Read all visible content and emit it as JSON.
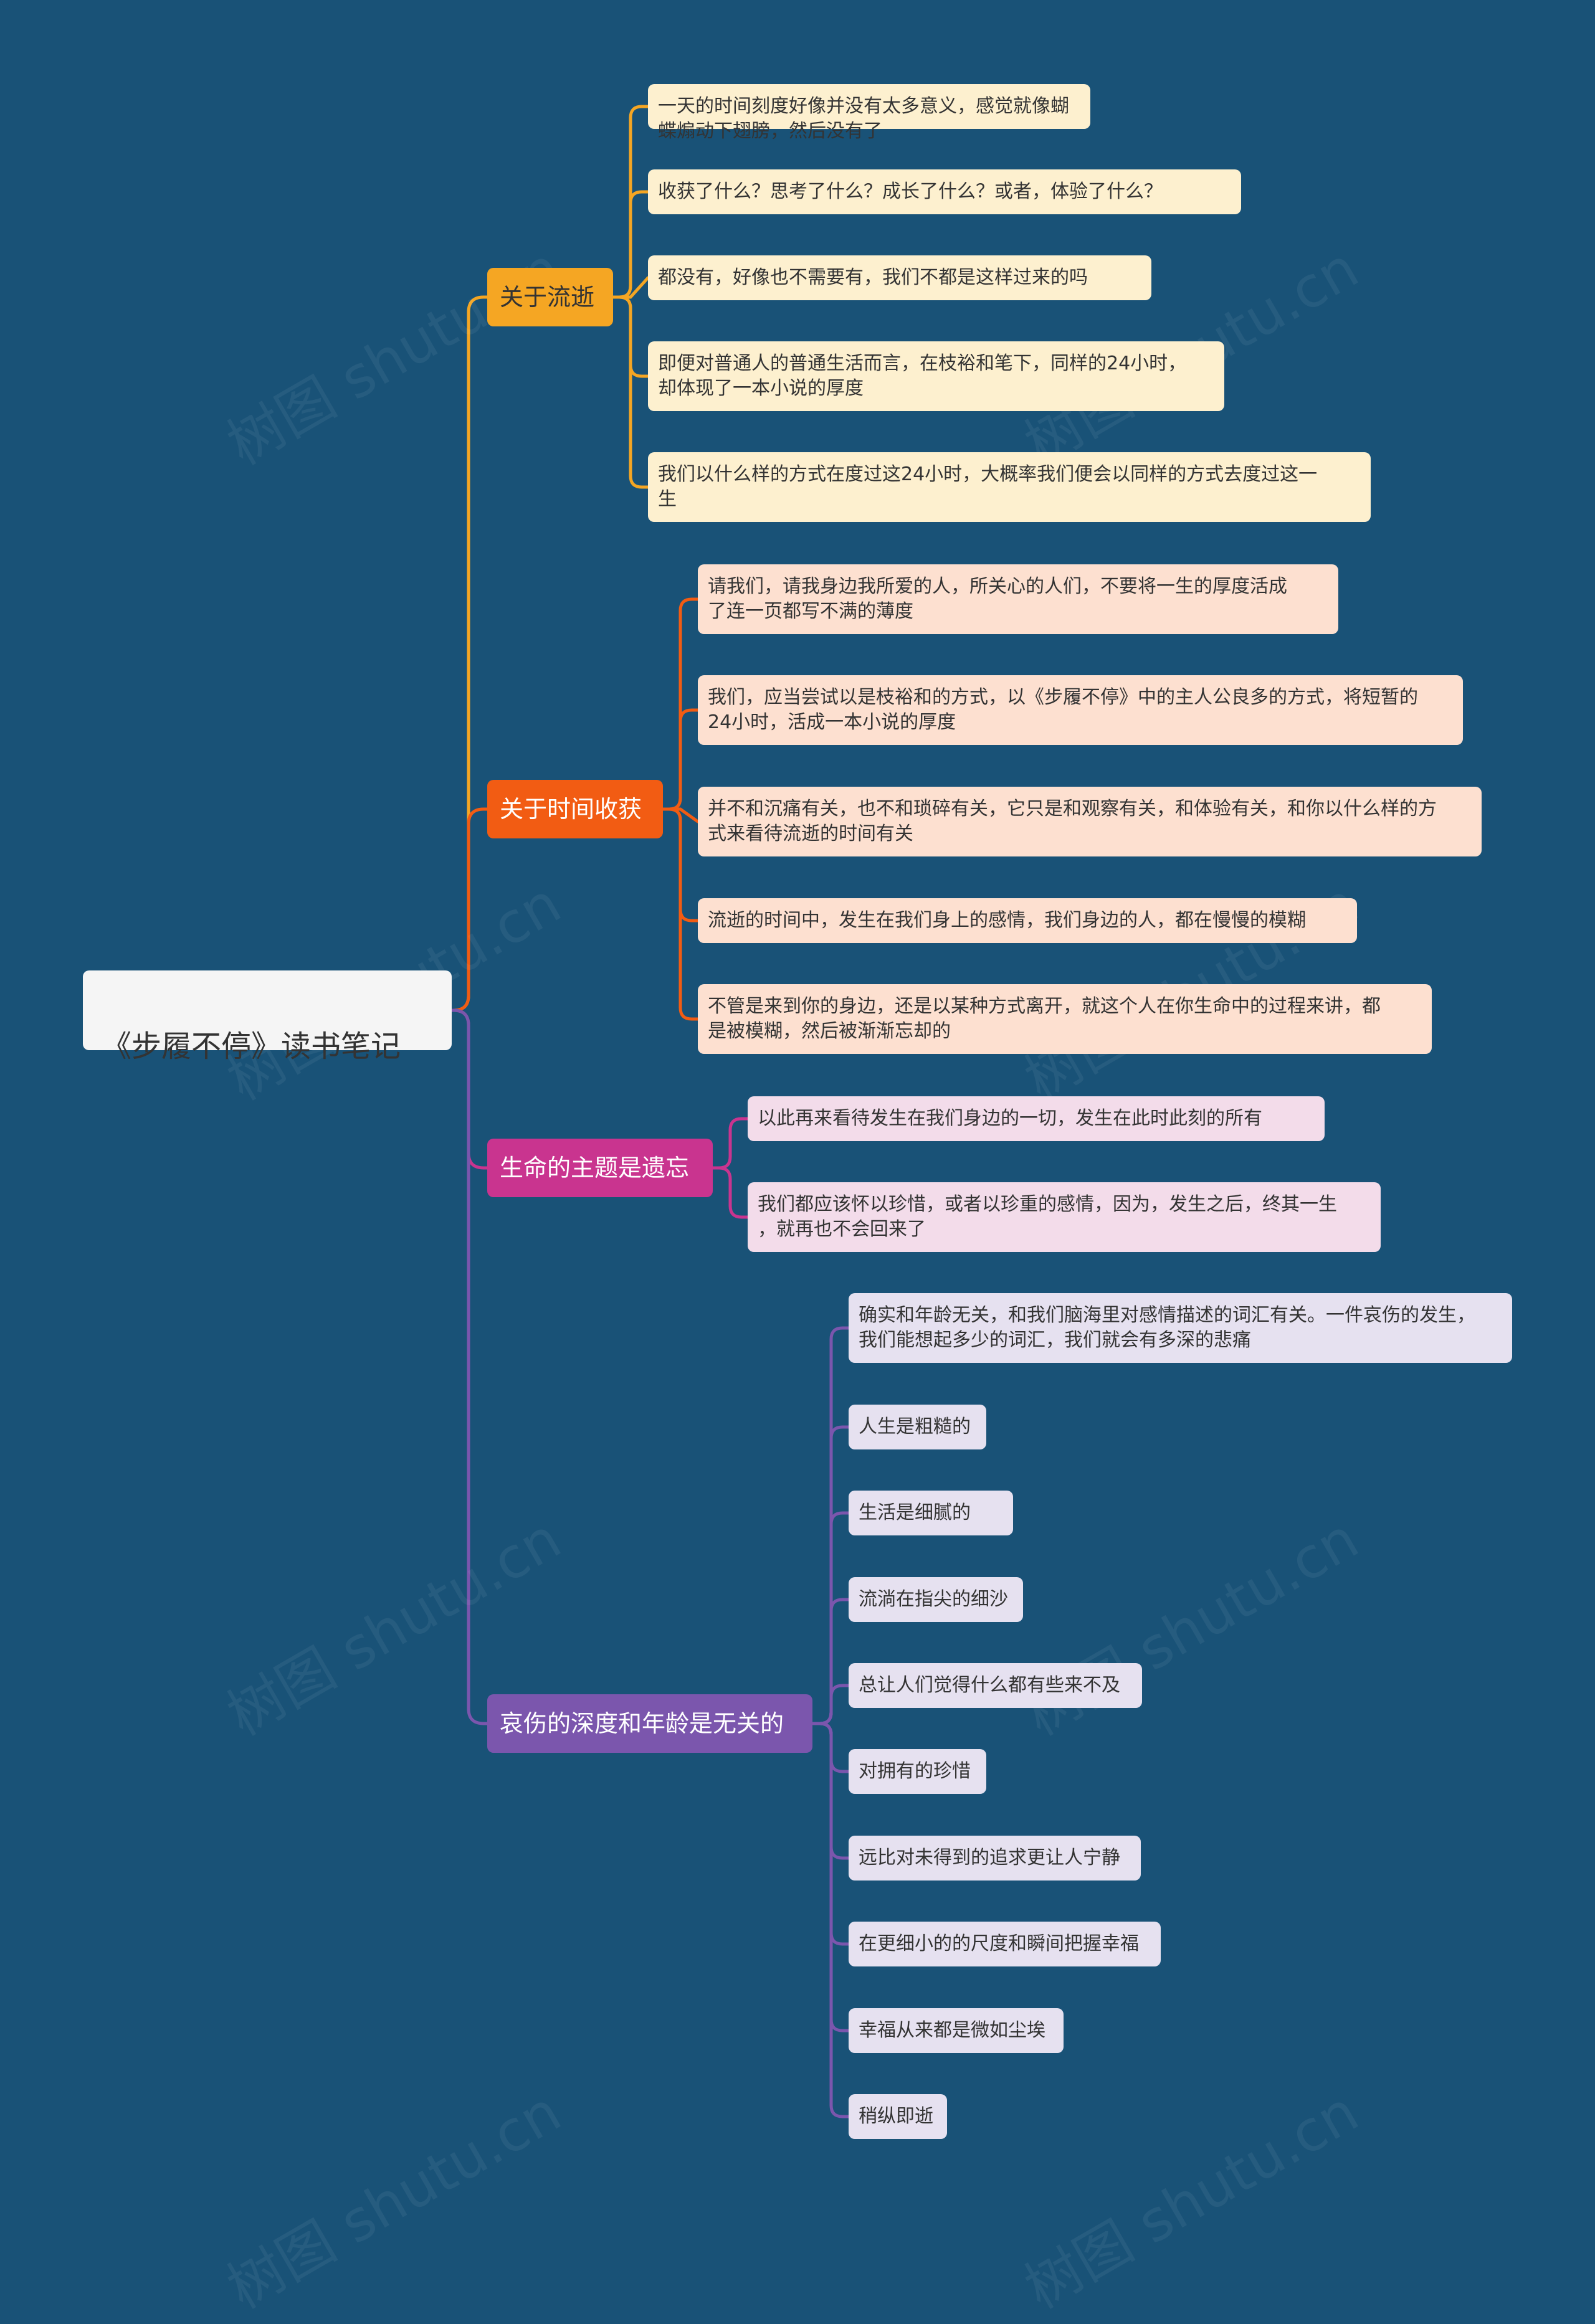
{
  "root": {
    "label": "《步履不停》读书笔记",
    "color": "#f5f5f5"
  },
  "watermark": "树图 shutu.cn",
  "branches": [
    {
      "label": "关于流逝",
      "color": "#f5a623",
      "text_color": "#333333",
      "leaf_color": "#fdf0cf",
      "leaves": [
        "一天的时间刻度好像并没有太多意义，感觉就像蝴蝶煽动下翅膀，然后没有了",
        "收获了什么？思考了什么？成长了什么？或者，体验了什么？",
        "都没有，好像也不需要有，我们不都是这样过来的吗",
        "即便对普通人的普通生活而言，在枝裕和笔下，同样的24小时，\n却体现了一本小说的厚度",
        "我们以什么样的方式在度过这24小时，大概率我们便会以同样的方式去度过这一\n生"
      ]
    },
    {
      "label": "关于时间收获",
      "color": "#f25c13",
      "text_color": "#ffffff",
      "leaf_color": "#fde0d0",
      "leaves": [
        "请我们，请我身边我所爱的人，所关心的人们，不要将一生的厚度活成\n了连一页都写不满的薄度",
        "我们，应当尝试以是枝裕和的方式，以《步履不停》中的主人公良多的方式，将短暂的\n24小时，活成一本小说的厚度",
        "并不和沉痛有关，也不和琐碎有关，它只是和观察有关，和体验有关，和你以什么样的方\n式来看待流逝的时间有关",
        "流逝的时间中，发生在我们身上的感情，我们身边的人，都在慢慢的模糊",
        "不管是来到你的身边，还是以某种方式离开，就这个人在你生命中的过程来讲，都\n是被模糊，然后被渐渐忘却的"
      ]
    },
    {
      "label": "生命的主题是遗忘",
      "color": "#c9348f",
      "text_color": "#ffffff",
      "leaf_color": "#f3dcea",
      "leaves": [
        "以此再来看待发生在我们身边的一切，发生在此时此刻的所有",
        "我们都应该怀以珍惜，或者以珍重的感情，因为，发生之后，终其一生\n，就再也不会回来了"
      ]
    },
    {
      "label": "哀伤的深度和年龄是无关的",
      "color": "#7b56ad",
      "text_color": "#ffffff",
      "leaf_color": "#e6e1f0",
      "leaves": [
        "确实和年龄无关，和我们脑海里对感情描述的词汇有关。一件哀伤的发生，\n我们能想起多少的词汇，我们就会有多深的悲痛",
        "人生是粗糙的",
        "生活是细腻的",
        "流淌在指尖的细沙",
        "总让人们觉得什么都有些来不及",
        "对拥有的珍惜",
        "远比对未得到的追求更让人宁静",
        "在更细小的的尺度和瞬间把握幸福",
        "幸福从来都是微如尘埃",
        "稍纵即逝"
      ]
    }
  ]
}
